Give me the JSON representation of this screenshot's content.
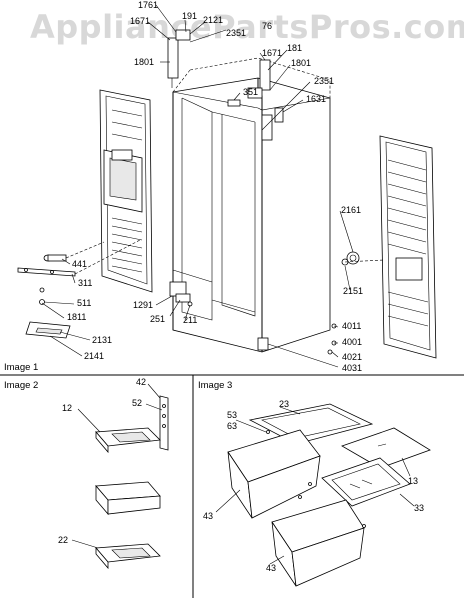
{
  "watermark": "AppliancePartsPros.com",
  "sections": {
    "image1": "Image 1",
    "image2": "Image 2",
    "image3": "Image 3"
  },
  "labels": {
    "p1761": "1761",
    "p1671a": "1671",
    "p191": "191",
    "p2121": "2121",
    "p2351a": "2351",
    "p76": "76",
    "p1801a": "1801",
    "p1671b": "1671",
    "p181": "181",
    "p1801b": "1801",
    "p351": "351",
    "p2351b": "2351",
    "p1631": "1631",
    "p2161": "2161",
    "p441": "441",
    "p311": "311",
    "p511": "511",
    "p1811": "1811",
    "p1291": "1291",
    "p251": "251",
    "p211": "211",
    "p2151": "2151",
    "p4011": "4011",
    "p4001": "4001",
    "p4021": "4021",
    "p4031": "4031",
    "p2131": "2131",
    "p2141": "2141",
    "p42": "42",
    "p52": "52",
    "p12": "12",
    "p22": "22",
    "p53": "53",
    "p63": "63",
    "p23": "23",
    "p13": "13",
    "p43a": "43",
    "p33": "33",
    "p43b": "43"
  }
}
